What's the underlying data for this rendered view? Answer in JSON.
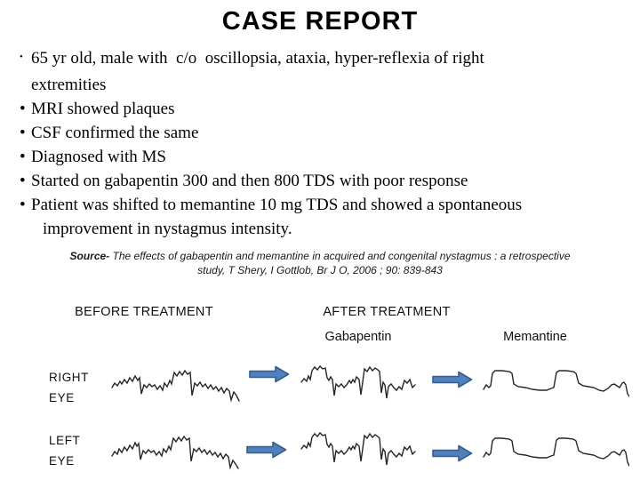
{
  "title": "CASE REPORT",
  "bullets": [
    {
      "marker": "•",
      "text": "65 yr old, male with  c/o  oscillopsia, ataxia, hyper-reflexia of right"
    },
    {
      "marker": "",
      "text": "extremities"
    },
    {
      "marker": "•",
      "text": "MRI showed plaques"
    },
    {
      "marker": "•",
      "text": "CSF confirmed the same"
    },
    {
      "marker": "•",
      "text": "Diagnosed with MS"
    },
    {
      "marker": "•",
      "text": "Started on gabapentin 300 and then 800 TDS with poor response"
    },
    {
      "marker": "•",
      "text": "Patient was shifted to memantine 10 mg TDS and showed a spontaneous"
    },
    {
      "marker": "",
      "text": "improvement in nystagmus intensity."
    }
  ],
  "source": {
    "prefix": "Source-",
    "line1_rest": " The effects of gabapentin and memantine in acquired and congenital nystagmus : a retrospective",
    "line2": "study, T Shery, I Gottlob, Br J O, 2006 ; 90: 839-843"
  },
  "figure": {
    "before_label": "BEFORE TREATMENT",
    "after_label": "AFTER TREATMENT",
    "drug_labels": [
      "Gabapentin",
      "Memantine"
    ],
    "rows": [
      {
        "label_line1": "RIGHT",
        "label_line2": "EYE",
        "traces": {
          "before": "2,27 5,22 8,25 11,20 13,23 16,18 19,22 22,16 25,20 28,14 31,19 33,16 35,34 38,24 41,27 44,23 47,26 50,24 53,29 56,25 59,30 61,22 64,26 67,19 69,23 72,10 75,14 78,9 81,13 84,8 87,12 90,10 92,36 95,22 98,25 101,21 104,26 107,23 110,28 113,24 116,29 119,26 122,31 125,27 128,33 131,28 134,31 136,41 139,32 142,36 145,42",
          "gabapentin": "2,25 5,21 8,24 10,18 12,22 14,12 17,8 20,11 23,7 26,10 29,9 31,20 33,23 35,19 37,22 39,40 41,27 44,30 47,27 50,31 53,28 56,23 58,26 60,22 62,25 64,19 67,22 69,39 71,25 73,10 76,13 79,8 82,12 85,9 88,11 90,13 92,37 94,25 96,28 98,43 100,30 103,27 106,31 109,34 112,30 115,33 118,23 121,26 124,22 127,31 130,28",
          "memantine": "2,31 5,26 8,29 10,27 12,13 15,10 23,10 31,11 34,13 36,25 41,28 49,29 57,31 65,32 73,32 78,30 81,29 84,12 87,10 95,10 103,11 106,13 109,24 114,27 120,28 126,29 132,32 137,33 142,30 146,26 149,25 152,27 155,29 158,24 160,23 162,26 164,36 166,39"
        }
      },
      {
        "label_line1": "LEFT",
        "label_line2": "EYE",
        "traces": {
          "before": "2,29 5,24 8,27 10,21 13,25 16,19 19,23 22,17 25,21 28,14 30,18 32,15 34,33 37,23 40,26 43,22 46,25 49,23 52,28 55,24 58,29 60,21 63,25 66,18 68,22 71,9 74,13 77,8 80,12 83,7 86,11 89,9 91,35 94,21 97,24 100,20 103,25 106,22 109,27 112,23 115,28 118,25 121,30 124,26 127,32 130,27 133,30 135,42 138,34 141,38 144,43",
          "gabapentin": "2,26 5,22 8,25 10,19 12,23 14,13 17,9 20,12 23,8 26,11 29,10 31,21 33,24 35,20 37,23 39,41 41,28 44,31 47,28 50,32 53,29 56,24 58,27 60,23 62,26 64,20 67,23 69,40 71,26 73,11 76,14 79,9 82,13 85,10 88,12 90,14 92,38 94,26 96,29 98,44 100,31 103,28 106,32 109,35 112,31 115,34 118,24 121,27 124,23 127,32 130,29",
          "memantine": "2,32 5,27 8,30 10,28 12,14 15,11 23,11 31,12 34,14 36,26 41,29 49,30 57,32 65,33 73,33 78,31 81,30 84,13 87,11 95,11 103,12 106,14 109,25 114,28 120,29 126,30 132,33 137,34 142,31 146,27 149,26 152,28 155,30 158,25 160,24 162,27 164,38 166,42"
        }
      }
    ]
  },
  "colors": {
    "arrow_fill": "#4f81bd",
    "arrow_stroke": "#385d8a",
    "trace": "#262626",
    "text": "#000000"
  }
}
